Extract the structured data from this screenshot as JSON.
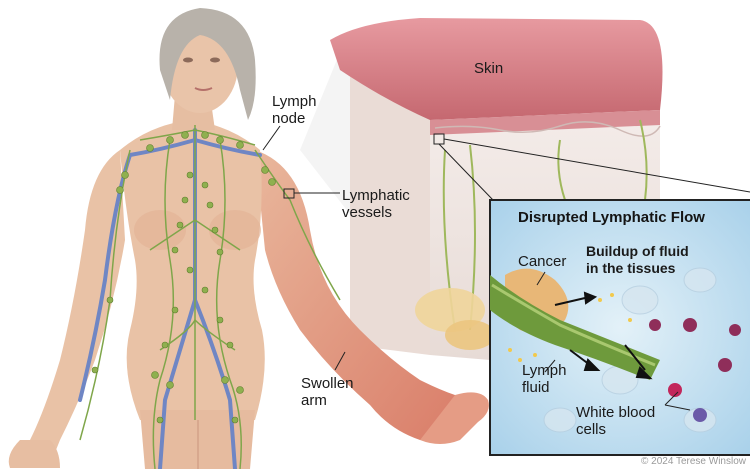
{
  "labels": {
    "skin": "Skin",
    "lymph_node": "Lymph\nnode",
    "lymphatic_vessels": "Lymphatic\nvessels",
    "swollen_arm": "Swollen\narm",
    "inset_title": "Disrupted Lymphatic Flow",
    "cancer": "Cancer",
    "buildup": "Buildup of fluid\nin the tissues",
    "lymph_fluid": "Lymph\nfluid",
    "white_blood_cells": "White blood\ncells"
  },
  "copyright": "© 2024 Terese Winslow",
  "colors": {
    "skin_body": "#e9c2a6",
    "skin_shade": "#d9a68a",
    "swollen_arm": "#dd8a74",
    "vein_blue": "#6f86c4",
    "lymph_green": "#7fa64a",
    "node_green": "#8fb04f",
    "skin_layer": "#e08c92",
    "tissue": "#efe2de",
    "inset_bg": "#b9dbef",
    "cancer": "#e8b777",
    "white_cell": "#8f2e5a",
    "hair": "#b8b2aa"
  }
}
